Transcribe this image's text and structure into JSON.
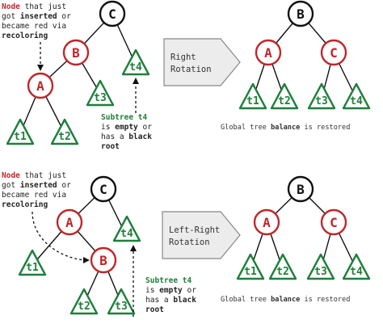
{
  "colors": {
    "red": "#c0262a",
    "black": "#111111",
    "green": "#1e7f3b",
    "arrow_fill": "#ececec"
  },
  "top": {
    "note_node": {
      "w1": "Node",
      "w2": " that just",
      "w3": "got ",
      "w4": "inserted",
      "w5": " or",
      "w6": "became red via",
      "w7": "recoloring"
    },
    "note_subtree": {
      "l1": "Subtree t4",
      "l2a": "is ",
      "l2b": "empty",
      "l2c": " or",
      "l3": "has a ",
      "l3b": "black",
      "l4": "root"
    },
    "left_tree": {
      "c": "C",
      "b": "B",
      "a": "A",
      "t1": "t1",
      "t2": "t2",
      "t3": "t3",
      "t4": "t4"
    },
    "arrow": {
      "line1": "Right",
      "line2": "Rotation"
    },
    "right_tree": {
      "root": "B",
      "left": "A",
      "right": "C",
      "t1": "t1",
      "t2": "t2",
      "t3": "t3",
      "t4": "t4"
    },
    "caption": {
      "a": "Global tree ",
      "b": "balance",
      "c": " is restored"
    }
  },
  "bottom": {
    "note_node": {
      "w1": "Node",
      "w2": " that just",
      "w3": "got ",
      "w4": "inserted",
      "w5": " or",
      "w6": "became red via",
      "w7": "recoloring"
    },
    "note_subtree": {
      "l1": "Subtree t4",
      "l2a": "is ",
      "l2b": "empty",
      "l2c": " or",
      "l3": "has a ",
      "l3b": "black",
      "l4": "root"
    },
    "left_tree": {
      "c": "C",
      "a": "A",
      "b": "B",
      "t1": "t1",
      "t2": "t2",
      "t3": "t3",
      "t4": "t4"
    },
    "arrow": {
      "line1": "Left-Right",
      "line2": "Rotation"
    },
    "right_tree": {
      "root": "B",
      "left": "A",
      "right": "C",
      "t1": "t1",
      "t2": "t2",
      "t3": "t3",
      "t4": "t4"
    },
    "caption": {
      "a": "Global tree ",
      "b": "balance",
      "c": " is restored"
    }
  }
}
